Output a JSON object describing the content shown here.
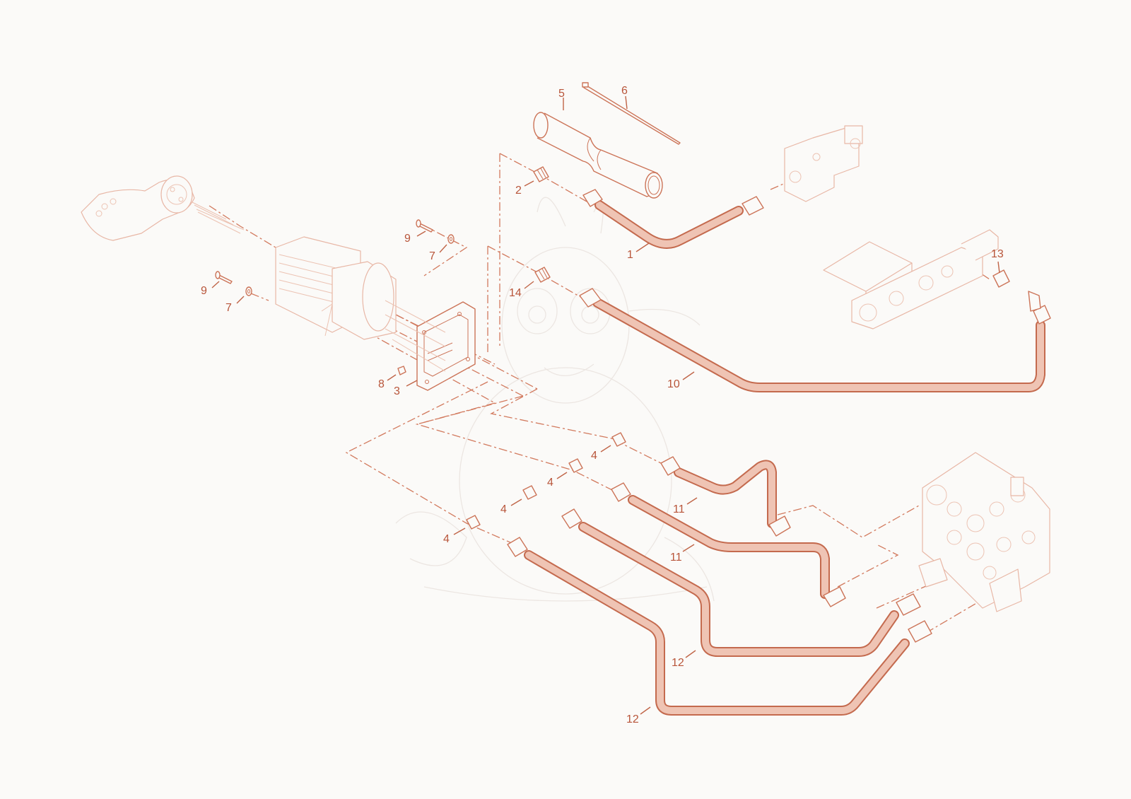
{
  "diagram": {
    "callouts": {
      "c1": "1",
      "c2": "2",
      "c3": "3",
      "c4a": "4",
      "c4b": "4",
      "c4c": "4",
      "c4d": "4",
      "c5": "5",
      "c6": "6",
      "c7a": "7",
      "c7b": "7",
      "c8": "8",
      "c9a": "9",
      "c9b": "9",
      "c10": "10",
      "c11a": "11",
      "c11b": "11",
      "c12a": "12",
      "c12b": "12",
      "c13": "13",
      "c14": "14"
    },
    "colors": {
      "accent": "#c06548",
      "hose_fill": "#efc4b4",
      "background": "#fbfaf8"
    }
  }
}
